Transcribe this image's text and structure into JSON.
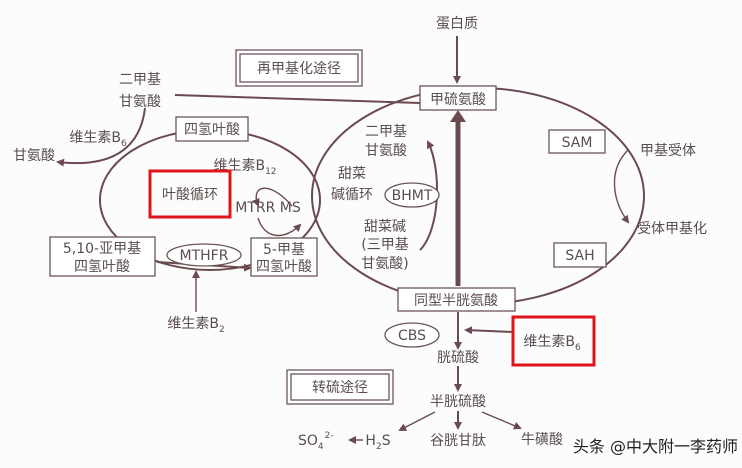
{
  "title_remethylation": "再甲基化途径",
  "title_transsulfuration": "转硫途径",
  "nodes": {
    "protein": "蛋白质",
    "methionine": "甲硫氨酸",
    "sam": "SAM",
    "sah": "SAH",
    "methyl_acceptor": "甲基受体",
    "acceptor_methylated": "受体甲基化",
    "homocysteine": "同型半胱氨酸",
    "dmg_line1": "二甲基",
    "dmg_line2": "甘氨酸",
    "glycine": "甘氨酸",
    "thf": "四氢叶酸",
    "folate_cycle": "叶酸循环",
    "mtrr_ms": "MTRR MS",
    "methylene_thf_line1": "5,10-亚甲基",
    "methylene_thf_line2": "四氢叶酸",
    "methyl_thf_line1": "5-甲基",
    "methyl_thf_line2": "四氢叶酸",
    "mthfr": "MTHFR",
    "betaine_cycle_line1": "甜菜",
    "betaine_cycle_line2": "碱循环",
    "bhmt": "BHMT",
    "betaine_line1": "甜菜碱",
    "betaine_line2": "(三甲基",
    "betaine_line3": "甘氨酸)",
    "cbs": "CBS",
    "cystathionine": "胱硫酸",
    "cysteine": "半胱硫酸",
    "glutathione": "谷胱甘肽",
    "taurine": "牛磺酸",
    "h2s": "H",
    "h2s_sub": "2",
    "h2s_tail": "S",
    "so4": "SO",
    "so4_sub": "4",
    "so4_sup": "2-"
  },
  "vitamins": {
    "prefix": "维生素",
    "b6": "B",
    "b6_sub": "6",
    "b12": "B",
    "b12_sub": "12",
    "b2": "B",
    "b2_sub": "2"
  },
  "highlight_color": "#e0141b",
  "watermark": "头条 @中大附一李药师"
}
